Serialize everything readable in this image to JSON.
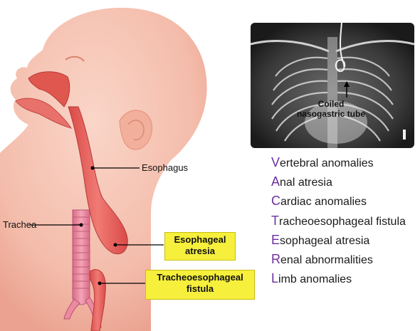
{
  "labels": {
    "esophagus": "Esophagus",
    "trachea": "Trachea",
    "esophageal_atresia": [
      "Esophageal",
      "atresia"
    ],
    "te_fistula": [
      "Tracheoesophageal",
      "fistula"
    ]
  },
  "xray": {
    "annotation": [
      "Coiled",
      "nasogastric tube"
    ]
  },
  "vacterl": [
    {
      "letter": "V",
      "rest": "ertebral anomalies"
    },
    {
      "letter": "A",
      "rest": "nal atresia"
    },
    {
      "letter": "C",
      "rest": "ardiac anomalies"
    },
    {
      "letter": "T",
      "rest": "racheoesophageal fistula"
    },
    {
      "letter": "E",
      "rest": "sophageal atresia"
    },
    {
      "letter": "R",
      "rest": "enal abnormalities"
    },
    {
      "letter": "L",
      "rest": "imb anomalies"
    }
  ],
  "colors": {
    "skin": "#f6c2b0",
    "esophagus": "#e86563",
    "trachea": "#ec8aa2",
    "highlight": "#f6ef3c",
    "acronym_letter": "#6b2fa0"
  },
  "icons": {
    "xray": "chest-xray-image",
    "arrow": "up-arrow-icon"
  }
}
